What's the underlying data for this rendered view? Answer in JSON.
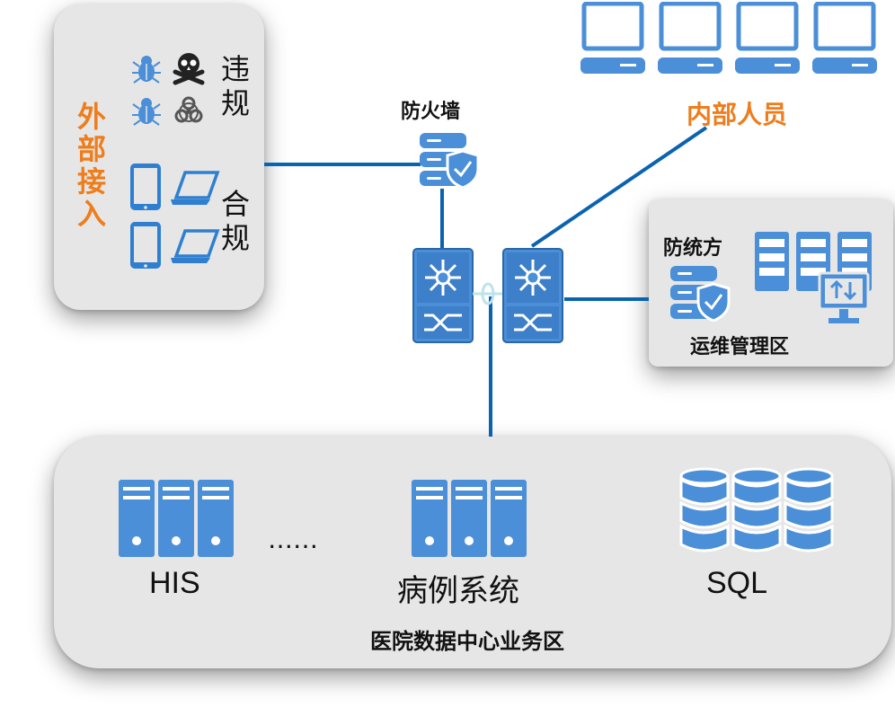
{
  "colors": {
    "accent_blue": "#0a63b0",
    "icon_blue": "#4a8fd8",
    "icon_dark": "#2f6fb8",
    "label_orange": "#ee7d1c",
    "panel_gray": "#e6e6e6"
  },
  "external_access": {
    "title_chars": [
      "外",
      "部",
      "接",
      "入"
    ],
    "violation_chars": [
      "违",
      "规"
    ],
    "compliant_chars": [
      "合",
      "规"
    ]
  },
  "firewall": {
    "label": "防火墙"
  },
  "internal_staff": {
    "label": "内部人员"
  },
  "ops_zone": {
    "defender_label": "防统方",
    "zone_label": "运维管理区"
  },
  "datacenter": {
    "his_label": "HIS",
    "ellipsis": "……",
    "case_label": "病例系统",
    "sql_label": "SQL",
    "zone_label": "医院数据中心业务区"
  }
}
